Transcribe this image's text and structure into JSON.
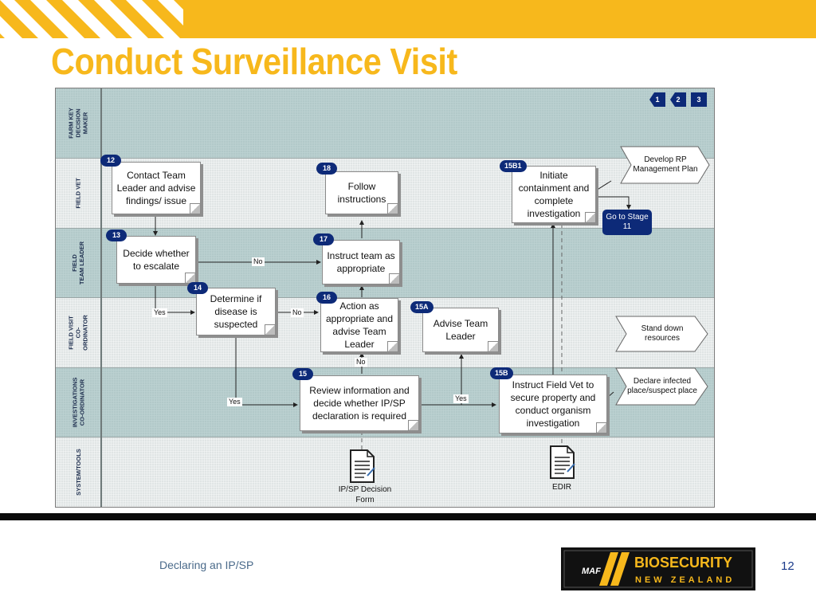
{
  "title": "Conduct Surveillance Visit",
  "lanes": [
    "FARM KEY\nDECISION MAKER",
    "FIELD VET",
    "FIELD\nTEAM LEADER",
    "FIELD VISIT\nCO-ORDINATOR",
    "INVESTIGATIONS\nCO-ORDINATOR",
    "SYSTEM/TOOLS"
  ],
  "nav": [
    "1",
    "2",
    "3"
  ],
  "steps": {
    "s12": {
      "num": "12",
      "text": "Contact Team Leader and advise findings/ issue"
    },
    "s13": {
      "num": "13",
      "text": "Decide whether to escalate"
    },
    "s14": {
      "num": "14",
      "text": "Determine if disease is suspected"
    },
    "s15": {
      "num": "15",
      "text": "Review information and decide whether IP/SP declaration is required"
    },
    "s15a": {
      "num": "15A",
      "text": "Advise Team Leader"
    },
    "s15b": {
      "num": "15B",
      "text": "Instruct Field Vet to secure property and conduct organism investigation"
    },
    "s15b1": {
      "num": "15B1",
      "text": "Initiate containment and complete investigation"
    },
    "s16": {
      "num": "16",
      "text": "Action as appropriate and advise Team Leader"
    },
    "s17": {
      "num": "17",
      "text": "Instruct team as appropriate"
    },
    "s18": {
      "num": "18",
      "text": "Follow instructions"
    }
  },
  "terminals": {
    "develop": "Develop RP Management Plan",
    "standdown": "Stand down resources",
    "declare": "Declare infected place/suspect place"
  },
  "goto": "Go to Stage 11",
  "labels": {
    "no": "No",
    "yes": "Yes"
  },
  "tools": {
    "ipsp": "IP/SP Decision Form",
    "edir": "EDIR"
  },
  "footer": {
    "text": "Declaring an IP/SP",
    "page": "12",
    "logo_top": "BIOSECURITY",
    "logo_bottom": "NEW ZEALAND",
    "logo_mark": "MAF"
  },
  "colors": {
    "accent": "#f7b81c",
    "navy": "#0d2a78",
    "lane_dark": "#bfcfcf",
    "lane_light": "#d9dede"
  }
}
